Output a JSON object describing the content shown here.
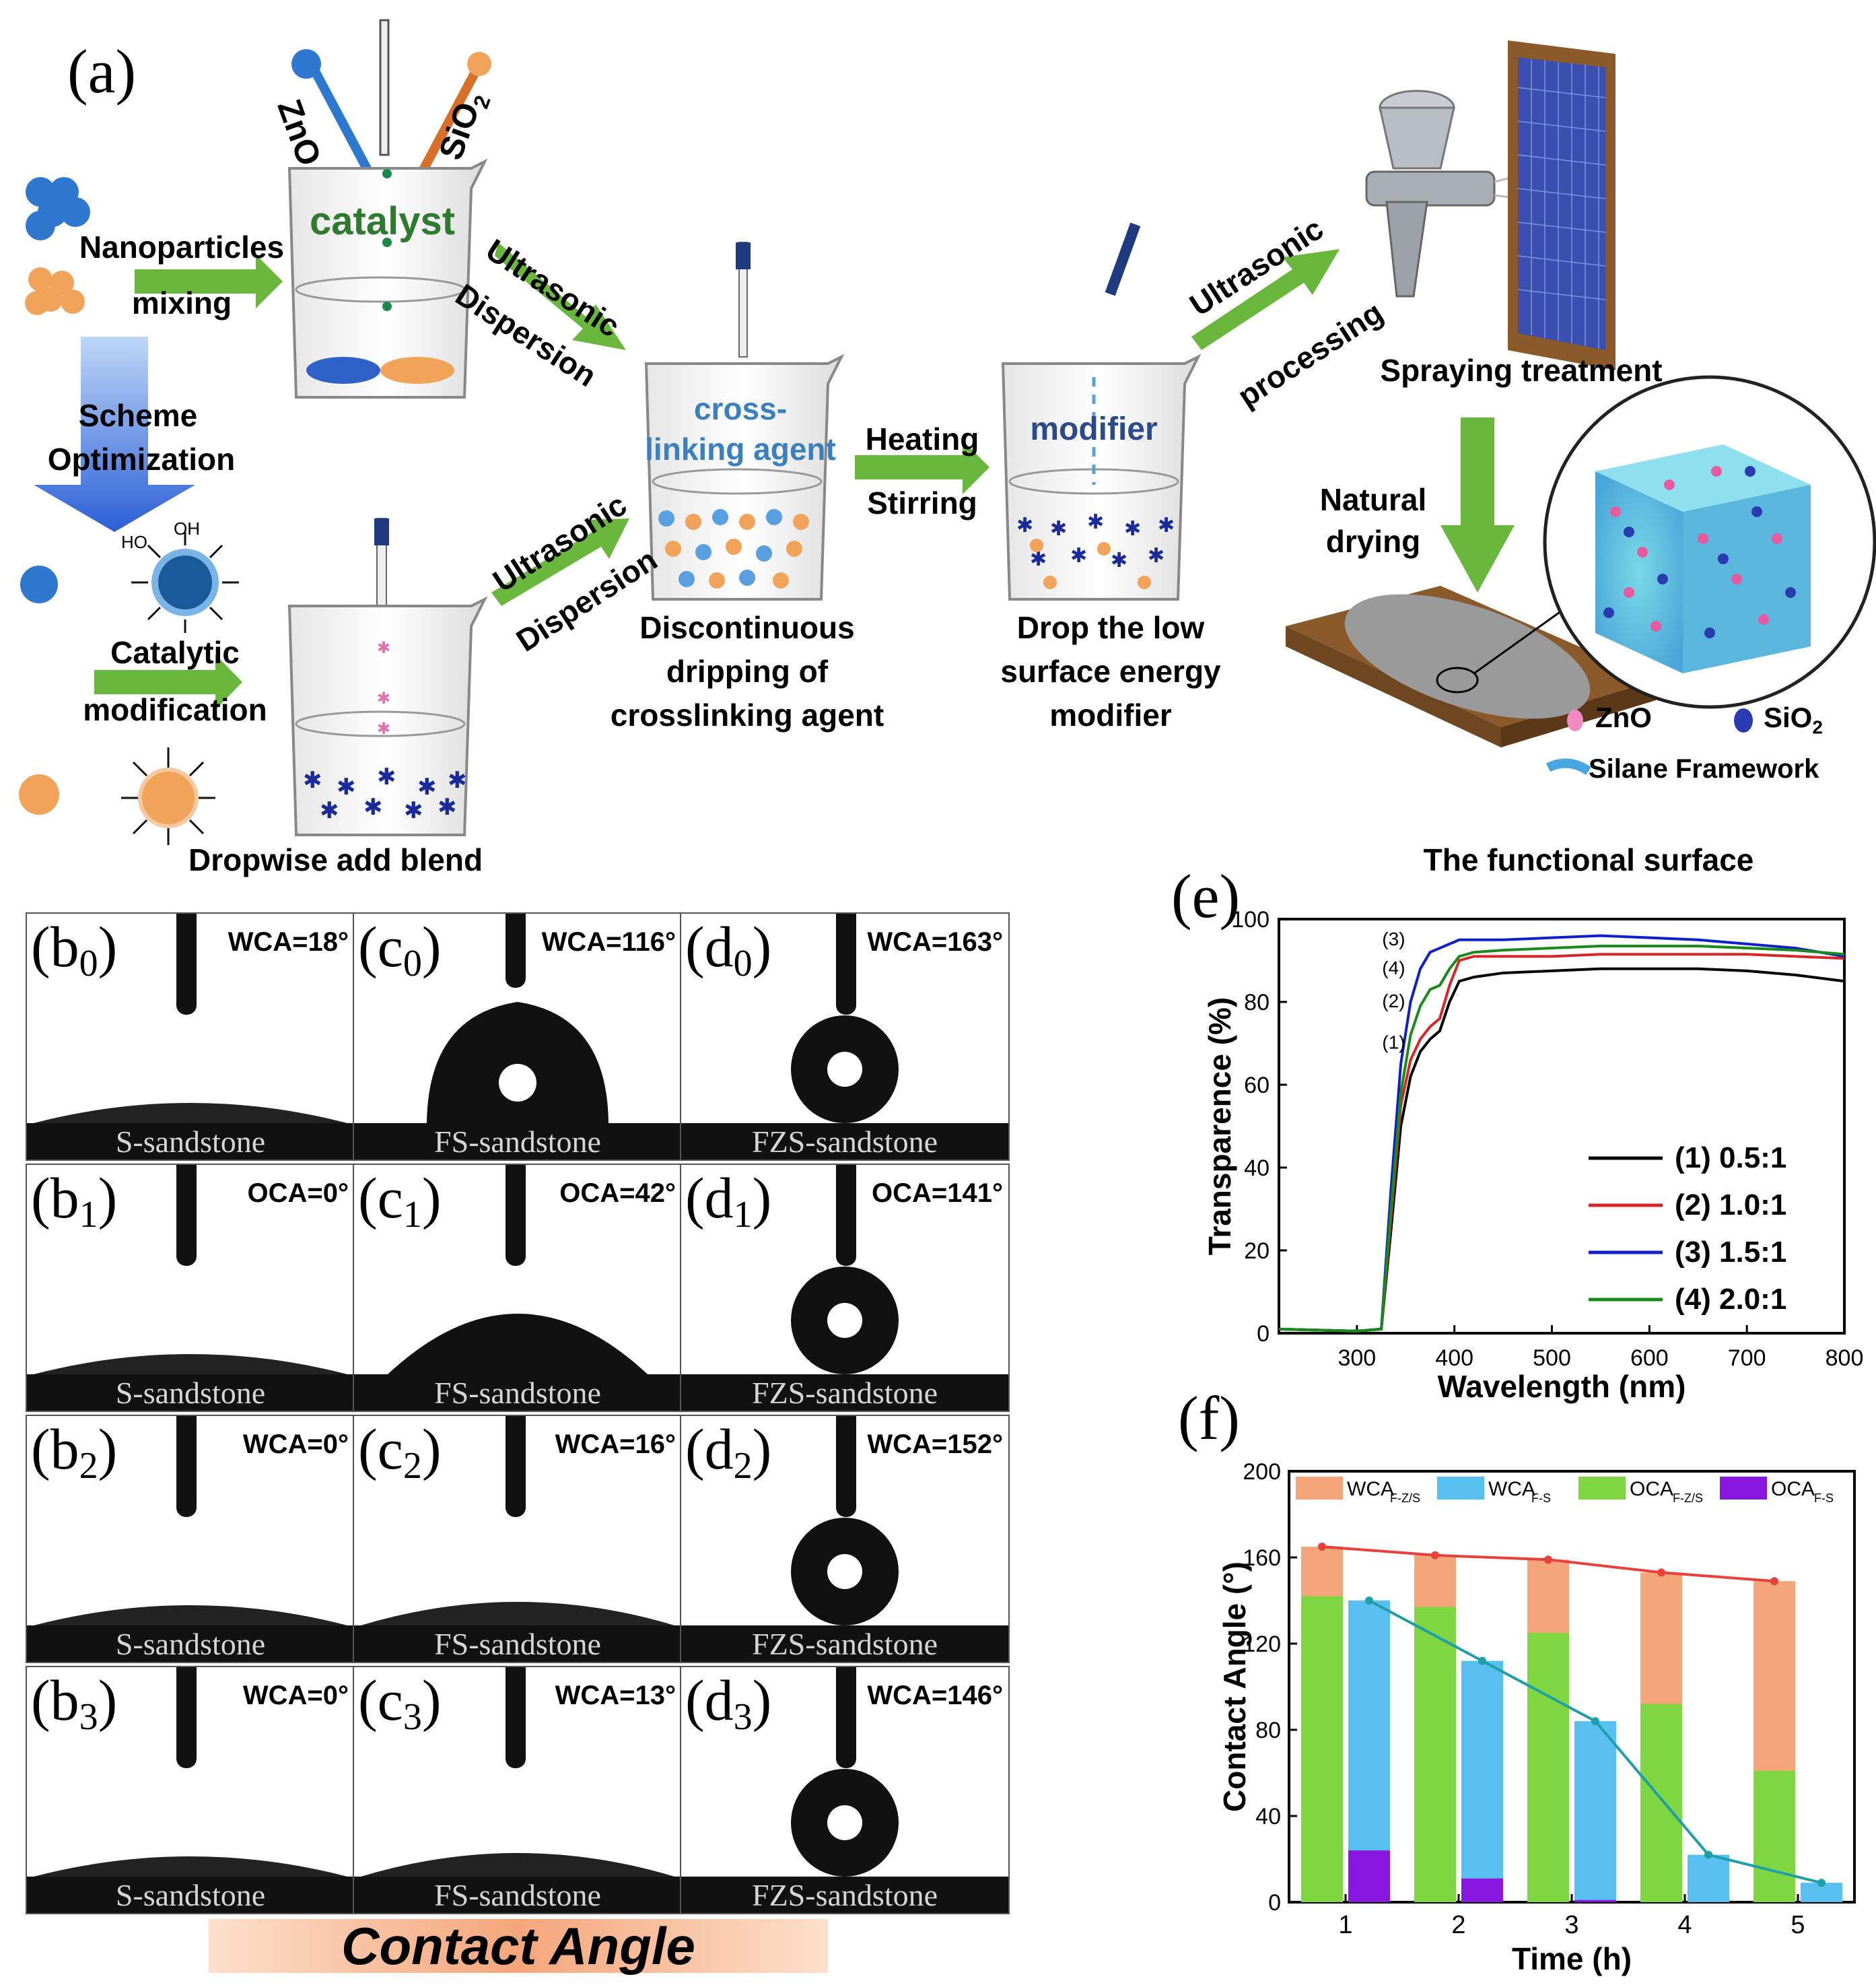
{
  "panel_a": {
    "label": "(a)",
    "zno": "ZnO",
    "sio2": "SiO",
    "sio2_sub": "2",
    "catalyst": "catalyst",
    "nanoparticles": "Nanoparticles",
    "mixing": "mixing",
    "ultrasonic": "Ultrasonic",
    "dispersion": "Dispersion",
    "crosslinking_agent_1": "cross-",
    "crosslinking_agent_2": "linking agent",
    "heating": "Heating",
    "stirring": "Stirring",
    "modifier": "modifier",
    "ultrasonic_2": "Ultrasonic",
    "processing": "processing",
    "spraying": "Spraying treatment",
    "scheme": "Scheme",
    "optimization": "Optimization",
    "catalytic": "Catalytic",
    "modification": "modification",
    "oh": "OH",
    "ho": "HO",
    "dropwise": "Dropwise add blend",
    "ultrasonic_3": "Ultrasonic",
    "dispersion_3": "Dispersion",
    "discontinuous_1": "Discontinuous",
    "discontinuous_2": "dripping of",
    "discontinuous_3": "crosslinking agent",
    "drop_1": "Drop the low",
    "drop_2": "surface energy",
    "drop_3": "modifier",
    "natural": "Natural",
    "drying": "drying",
    "legend_zno": "ZnO",
    "legend_sio2": "SiO",
    "legend_sio2_sub": "2",
    "legend_silane": "Silane Framework",
    "functional_surface": "The functional surface"
  },
  "contact_grid": {
    "rows": [
      [
        {
          "label": "b",
          "sub": "0",
          "angle": "WCA=18°",
          "substrate": "S-sandstone"
        },
        {
          "label": "c",
          "sub": "0",
          "angle": "WCA=116°",
          "substrate": "FS-sandstone"
        },
        {
          "label": "d",
          "sub": "0",
          "angle": "WCA=163°",
          "substrate": "FZS-sandstone"
        }
      ],
      [
        {
          "label": "b",
          "sub": "1",
          "angle": "OCA=0°",
          "substrate": "S-sandstone"
        },
        {
          "label": "c",
          "sub": "1",
          "angle": "OCA=42°",
          "substrate": "FS-sandstone"
        },
        {
          "label": "d",
          "sub": "1",
          "angle": "OCA=141°",
          "substrate": "FZS-sandstone"
        }
      ],
      [
        {
          "label": "b",
          "sub": "2",
          "angle": "WCA=0°",
          "substrate": "S-sandstone"
        },
        {
          "label": "c",
          "sub": "2",
          "angle": "WCA=16°",
          "substrate": "FS-sandstone"
        },
        {
          "label": "d",
          "sub": "2",
          "angle": "WCA=152°",
          "substrate": "FZS-sandstone"
        }
      ],
      [
        {
          "label": "b",
          "sub": "3",
          "angle": "WCA=0°",
          "substrate": "S-sandstone"
        },
        {
          "label": "c",
          "sub": "3",
          "angle": "WCA=13°",
          "substrate": "FS-sandstone"
        },
        {
          "label": "d",
          "sub": "3",
          "angle": "WCA=146°",
          "substrate": "FZS-sandstone"
        }
      ]
    ],
    "caption": "Contact Angle"
  },
  "chart_data": [
    {
      "panel": "(e)",
      "type": "line",
      "xlabel": "Wavelength (nm)",
      "ylabel": "Transparence (%)",
      "xlim": [
        220,
        800
      ],
      "ylim": [
        0,
        100
      ],
      "xticks": [
        300,
        400,
        500,
        600,
        700,
        800
      ],
      "yticks": [
        0,
        20,
        40,
        60,
        80,
        100
      ],
      "x": [
        220,
        300,
        325,
        335,
        345,
        355,
        365,
        375,
        385,
        395,
        405,
        420,
        450,
        500,
        550,
        600,
        650,
        700,
        750,
        800
      ],
      "series": [
        {
          "name": "(1) 0.5:1",
          "color": "#000000",
          "curve_label": "(1)",
          "values": [
            1,
            0.5,
            1,
            25,
            50,
            62,
            68,
            71,
            73,
            80,
            85,
            86,
            87,
            87.5,
            88,
            88,
            88,
            87.5,
            86.5,
            85
          ]
        },
        {
          "name": "(2) 1.0:1",
          "color": "#d62728",
          "curve_label": "(2)",
          "values": [
            1,
            0.5,
            1,
            28,
            55,
            66,
            71,
            74,
            76,
            84,
            90,
            91,
            91,
            91,
            91.5,
            91.5,
            91.5,
            91.5,
            91,
            90.5
          ]
        },
        {
          "name": "(3) 1.5:1",
          "color": "#1020c8",
          "curve_label": "(3)",
          "values": [
            1,
            0.5,
            1,
            35,
            65,
            80,
            88,
            92,
            93,
            94,
            95,
            95,
            95,
            95.5,
            96,
            95.5,
            95,
            94,
            93,
            91
          ]
        },
        {
          "name": "(4) 2.0:1",
          "color": "#1a8a1a",
          "curve_label": "(4)",
          "values": [
            1,
            0.5,
            1,
            30,
            58,
            72,
            79,
            83,
            84,
            88,
            91,
            92,
            92.5,
            93,
            93.5,
            93.5,
            93.5,
            93,
            92.5,
            91.5
          ]
        }
      ],
      "legend": "lower-right"
    },
    {
      "panel": "(f)",
      "type": "bar",
      "xlabel": "Time (h)",
      "ylabel": "Contact Angle (°)",
      "categories": [
        "1",
        "2",
        "3",
        "4",
        "5"
      ],
      "ylim": [
        0,
        200
      ],
      "yticks": [
        0,
        40,
        80,
        120,
        160,
        200
      ],
      "series": [
        {
          "name": "WCA",
          "name_sub": "F-Z/S",
          "color": "#f4a67a",
          "values": [
            165,
            161,
            159,
            153,
            149
          ]
        },
        {
          "name": "WCA",
          "name_sub": "F-S",
          "color": "#58c0f0",
          "values": [
            140,
            112,
            84,
            22,
            9
          ]
        },
        {
          "name": "OCA",
          "name_sub": "F-Z/S",
          "color": "#7ed640",
          "values": [
            142,
            137,
            125,
            92,
            61
          ]
        },
        {
          "name": "OCA",
          "name_sub": "F-S",
          "color": "#8a17e0",
          "values": [
            24,
            11,
            1,
            0,
            0
          ]
        }
      ],
      "lines": [
        {
          "series": "WCA F-Z/S",
          "color": "#e8403a",
          "values": [
            165,
            161,
            159,
            153,
            149
          ]
        },
        {
          "series": "WCA F-S",
          "color": "#1fa0a8",
          "values": [
            140,
            112,
            84,
            22,
            9
          ]
        }
      ],
      "legend": "top"
    }
  ]
}
